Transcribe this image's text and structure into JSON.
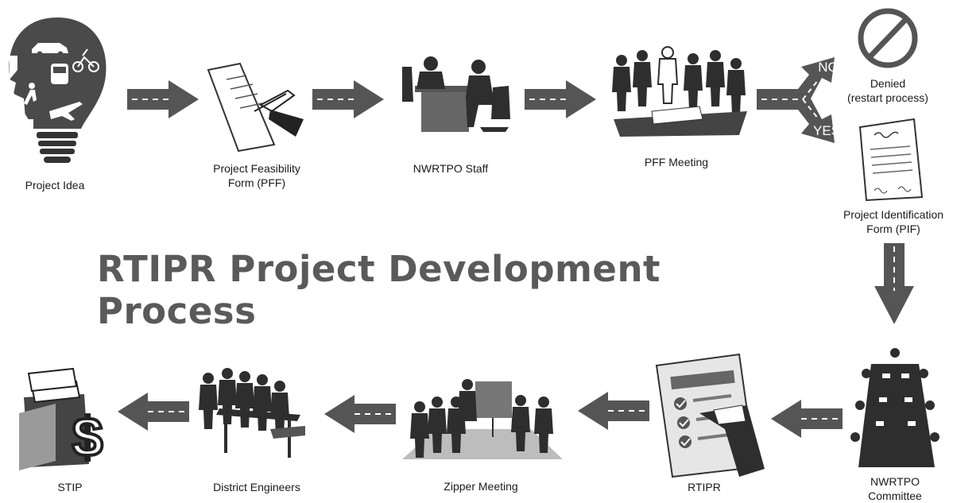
{
  "title": "RTIPR Project Development Process",
  "steps": {
    "project_idea": "Project Idea",
    "pff": "Project Feasibility\nForm (PFF)",
    "staff": "NWRTPO Staff",
    "pff_meeting": "PFF Meeting",
    "denied": "Denied\n(restart process)",
    "pif": "Project Identification\nForm (PIF)",
    "committee": "NWRTPO\nCommittee",
    "rtipr": "RTIPR",
    "zipper": "Zipper Meeting",
    "district": "District Engineers",
    "stip": "STIP"
  },
  "fork": {
    "no": "NO",
    "yes": "YES"
  },
  "colors": {
    "arrow": "#555555",
    "figure": "#2e2e2e",
    "title": "#5a5a5a"
  },
  "icons": [
    "lightbulb-icon",
    "document-sign-icon",
    "office-desk-icon",
    "meeting-icon",
    "no-sign-icon",
    "form-document-icon",
    "conference-table-icon",
    "checklist-icon",
    "presentation-icon",
    "engineers-icon",
    "money-wallet-icon"
  ]
}
